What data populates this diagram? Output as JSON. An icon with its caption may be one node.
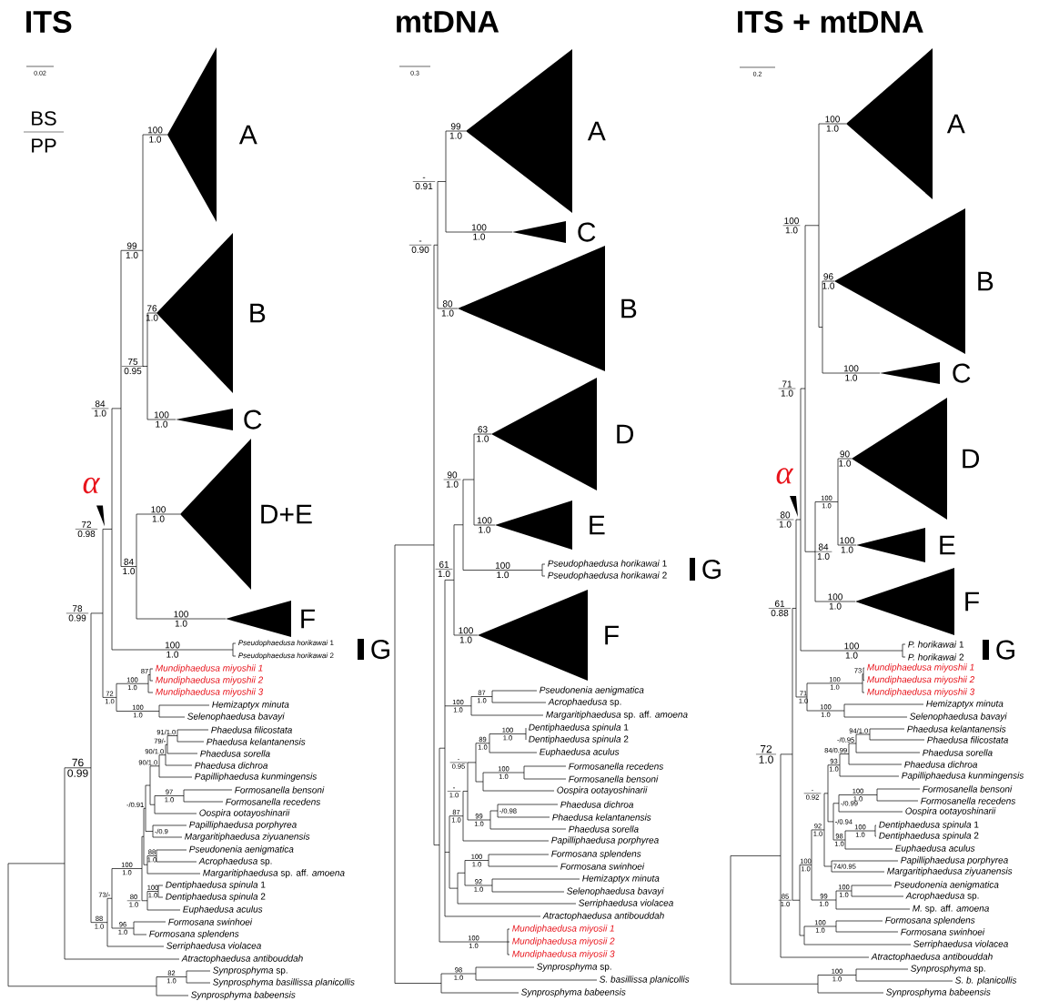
{
  "diagram": {
    "labels": [
      "ITS",
      "0.02",
      "BS",
      "PP",
      "76",
      "0.99",
      "78",
      "0.99",
      "α",
      "72",
      "0.98",
      "84",
      "1.0",
      "99",
      "1.0",
      "100",
      "1.0",
      "A",
      "75",
      "0.95",
      "76",
      "1.0",
      "B",
      "100",
      "1.0",
      "C",
      "84",
      "1.0",
      "100",
      "1.0",
      "D+E",
      "100",
      "1.0",
      "F",
      "100",
      "1.0",
      "*Pseudophaedusa horikawai* 1",
      "*Pseudophaedusa horikawai* 2",
      "G",
      "72",
      "1.0",
      "100",
      "1.0",
      "87",
      "Mundiphaedusa miyoshii 1",
      "Mundiphaedusa miyoshii 2",
      "Mundiphaedusa miyoshii 3",
      "100",
      "1.0",
      "Hemizaptyx minuta",
      "Selenophaedusa bavayi",
      "88",
      "1.0",
      "73/-",
      "100",
      "1.0",
      "-/0.91",
      "90/1.0",
      "90/1.0",
      "79/-",
      "91/1.0",
      "Phaedusa filicostata",
      "Phaedusa kelantanensis",
      "Phaedusa sorella",
      "Phaedusa dichroa",
      "Papilliphaedusa kunmingensis",
      "97",
      "1.0",
      "Formosanella bensoni",
      "Formosanella recedens",
      "Oospira ootayoshinarii",
      "-/0.9",
      "Papilliphaedusa porphyrea",
      "Margaritiphaedusa ziyuanensis",
      "88",
      "1.0",
      "Pseudonenia aenigmatica",
      "*Acrophaedusa* sp.",
      "*Margaritiphaedusa* sp. aff. *amoena*",
      "80",
      "1.0",
      "100",
      "1.0",
      "*Dentiphaedusa spinula* 1",
      "*Dentiphaedusa spinula* 2",
      "Euphaedusa aculus",
      "96",
      "1.0",
      "Formosana swinhoei",
      "Formosana splendens",
      "Serriphaedusa violacea",
      "Atractophaedusa antibouddah",
      "82",
      "1.0",
      "*Synprosphyma* sp.",
      "Synprosphyma basillissa planicollis",
      "Synprosphyma babeensis",
      "mtDNA",
      "0.3",
      "-",
      "0.90",
      "-",
      "0.91",
      "99",
      "1.0",
      "A",
      "100",
      "1.0",
      "C",
      "80",
      "1.0",
      "B",
      "61",
      "1.0",
      "90",
      "1.0",
      "63",
      "1.0",
      "D",
      "100",
      "1.0",
      "E",
      "100",
      "1.0",
      "*Pseudophaedusa horikawai* 1",
      "*Pseudophaedusa horikawai* 2",
      "G",
      "100",
      "1.0",
      "F",
      "100",
      "1.0",
      "87",
      "1.0",
      "Pseudonenia aenigmatica",
      "*Acrophaedusa* sp.",
      "*Margaritiphaedusa* sp. aff. *amoena*",
      "87",
      "1.0",
      "-",
      "1.0",
      "-",
      "0.95",
      "89",
      "1.0",
      "100",
      "1.0",
      "*Dentiphaedusa spinula* 1",
      "*Dentiphaedusa spinula* 2",
      "Euphaedusa aculus",
      "100",
      "1.0",
      "Formosanella recedens",
      "Formosanella bensoni",
      "Oospira ootayoshinarii",
      "99",
      "1.0",
      "-/0.98",
      "Phaedusa dichroa",
      "Phaedusa kelantanensis",
      "Phaedusa sorella",
      "Papilliphaedusa porphyrea",
      "100",
      "1.0",
      "Formosana splendens",
      "Formosana swinhoei",
      "92",
      "1.0",
      "Hemizaptyx minuta",
      "Selenophaedusa bavayi",
      "Serriphaedusa violacea",
      "Atractophaedusa antibouddah",
      "100",
      "1.0",
      "Mundiphaedusa miyosii 1",
      "Mundiphaedusa miyosii 2",
      "Mundiphaedusa miyosii 3",
      "98",
      "1.0",
      "*Synprosphyma* sp.",
      "S. basillissa planicollis",
      "Synprosphyma babeensis",
      "ITS + mtDNA",
      "0.2",
      "72",
      "1.0",
      "61",
      "0.88",
      "α",
      "80",
      "1.0",
      "71",
      "1.0",
      "100",
      "1.0",
      "100",
      "1.0",
      "A",
      "96",
      "1.0",
      "B",
      "100",
      "1.0",
      "C",
      "84",
      "1.0",
      "100",
      "1.0",
      "90",
      "1.0",
      "D",
      "100",
      "1.0",
      "E",
      "100",
      "1.0",
      "F",
      "100",
      "1.0",
      "*P. horikawai* 1",
      "*P. horikawai* 2",
      "G",
      "71",
      "1.0",
      "100",
      "1.0",
      "73",
      "Mundiphaedusa miyoshii 1",
      "Mundiphaedusa miyoshii 2",
      "Mundiphaedusa miyoshii 3",
      "100",
      "1.0",
      "Hemizaptyx minuta",
      "Selenophaedusa bavayi",
      "85",
      "1.0",
      "100",
      "1.0",
      "92",
      "1.0",
      "-",
      "0.92",
      "93",
      "1.0",
      "84/0.99",
      "-/0.95",
      "94/1.0",
      "Phaedusa kelantanensis",
      "Phaedusa filicostata",
      "Phaedusa sorella",
      "Phaedusa dichroa",
      "Papilliphaedusa kunmingensis",
      "-/0.94",
      "-/0.99",
      "100",
      "1.0",
      "Formosanella bensoni",
      "Formosanella recedens",
      "Oospira ootayoshinarii",
      "98",
      "1.0",
      "100",
      "1.0",
      "*Dentiphaedusa spinula* 1",
      "*Dentiphaedusa spinula* 2",
      "Euphaedusa aculus",
      "74/0.95",
      "Papilliphaedusa porphyrea",
      "Margaritiphaedusa ziyuanensis",
      "99",
      "1.0",
      "100",
      "1.0",
      "Pseudonenia aenigmatica",
      "*Acrophaedusa* sp.",
      "*M.* sp. aff. *amoena*",
      "100",
      "1.0",
      "Formosana splendens",
      "Formosana swinhoei",
      "Serriphaedusa violacea",
      "Atractophaedusa antibouddah",
      "100",
      "1.0",
      "*Synprosphyma* sp.",
      "S. b. planicollis",
      "Synprosphyma babeensis"
    ]
  }
}
